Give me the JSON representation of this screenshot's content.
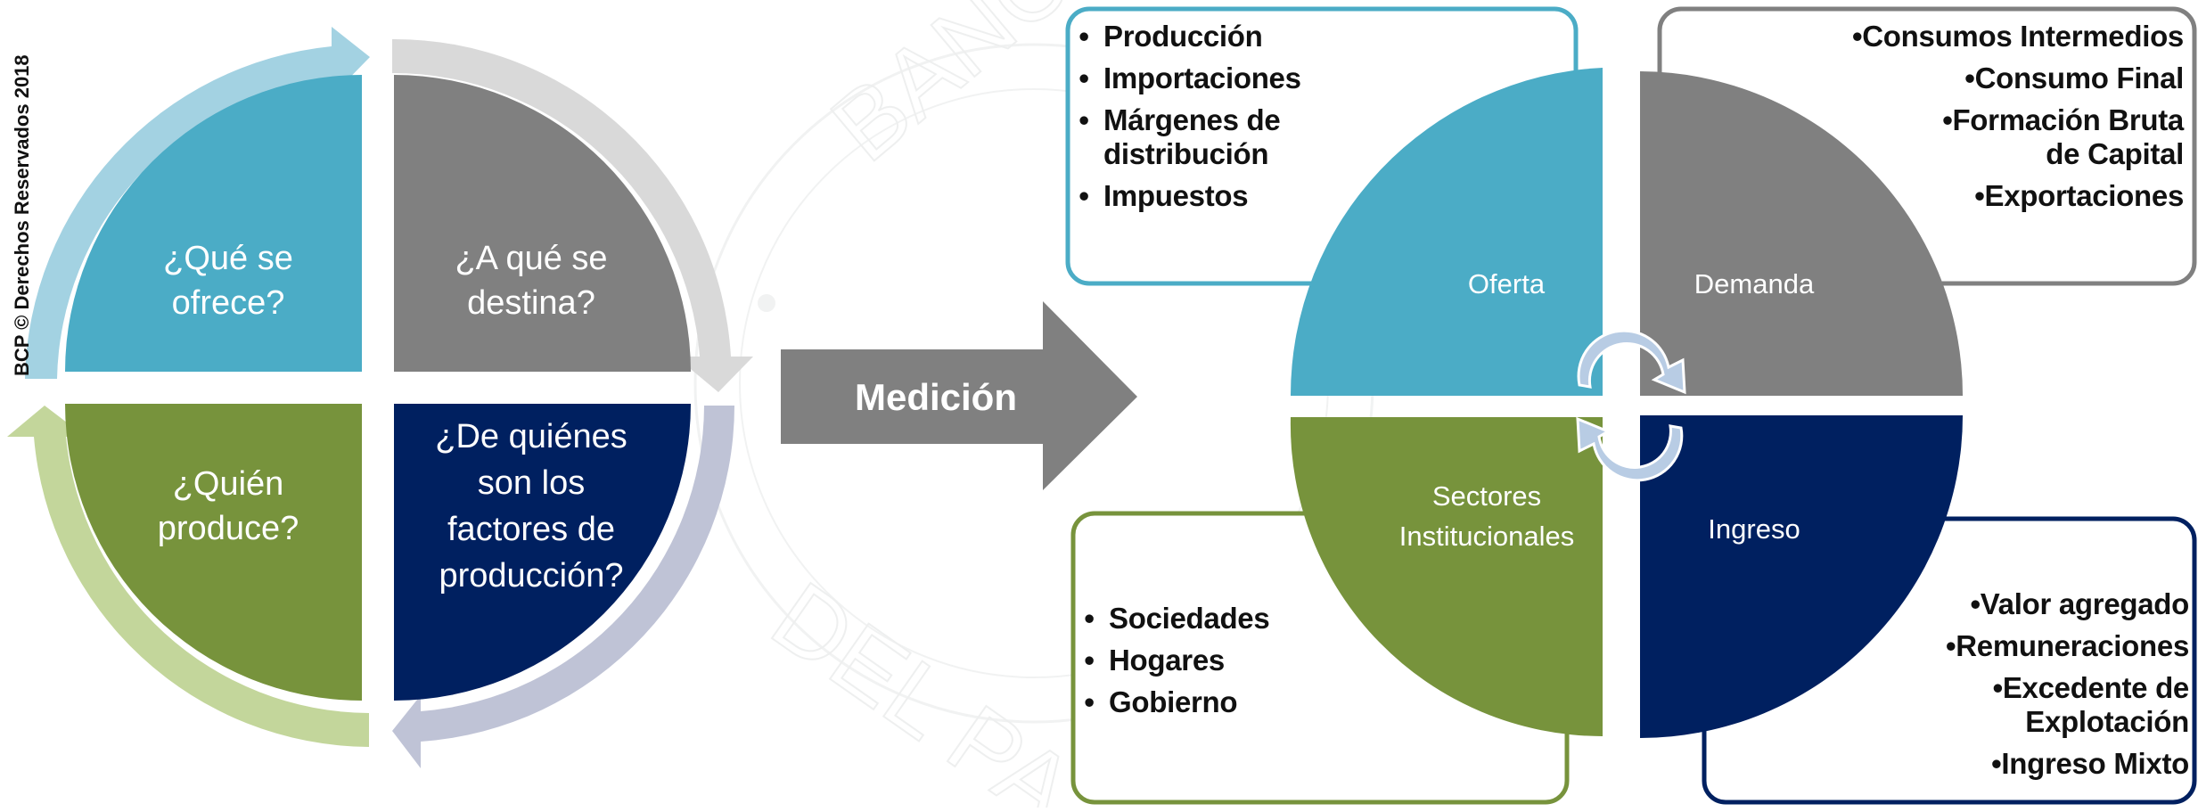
{
  "copyright": "BCP © Derechos Reservados 2018",
  "watermark": {
    "top_text": "BANCO",
    "bottom_text": "DEL PA"
  },
  "left_cycle": {
    "q1": [
      "¿Qué se",
      "ofrece?"
    ],
    "q2": [
      "¿A qué se",
      "destina?"
    ],
    "q3": [
      "¿Quién",
      "produce?"
    ],
    "q4": [
      "¿De quiénes",
      "son los",
      "factores de",
      "producción?"
    ]
  },
  "arrow_label": "Medición",
  "right_pie": {
    "oferta": "Oferta",
    "demanda": "Demanda",
    "sectores": [
      "Sectores",
      "Institucionales"
    ],
    "ingreso": "Ingreso"
  },
  "boxes": {
    "oferta_items": [
      "Producción",
      "Importaciones",
      "Márgenes de distribución",
      "Impuestos"
    ],
    "demanda_items": [
      "Consumos Intermedios",
      "Consumo Final",
      "Formación Bruta de Capital",
      "Exportaciones"
    ],
    "sectores_items": [
      "Sociedades",
      "Hogares",
      "Gobierno"
    ],
    "ingreso_items": [
      "Valor agregado",
      "Remuneraciones",
      "Excedente de Explotación",
      "Ingreso Mixto"
    ]
  },
  "colors": {
    "blue": "#4BACC6",
    "gray": "#808080",
    "green": "#77933C",
    "navy": "#002060",
    "light_blue_arrow": "#A3D2E2",
    "light_gray_arrow": "#D9D9D9",
    "light_green_arrow": "#C3D69B",
    "light_navy_arrow": "#BFC3D6"
  }
}
